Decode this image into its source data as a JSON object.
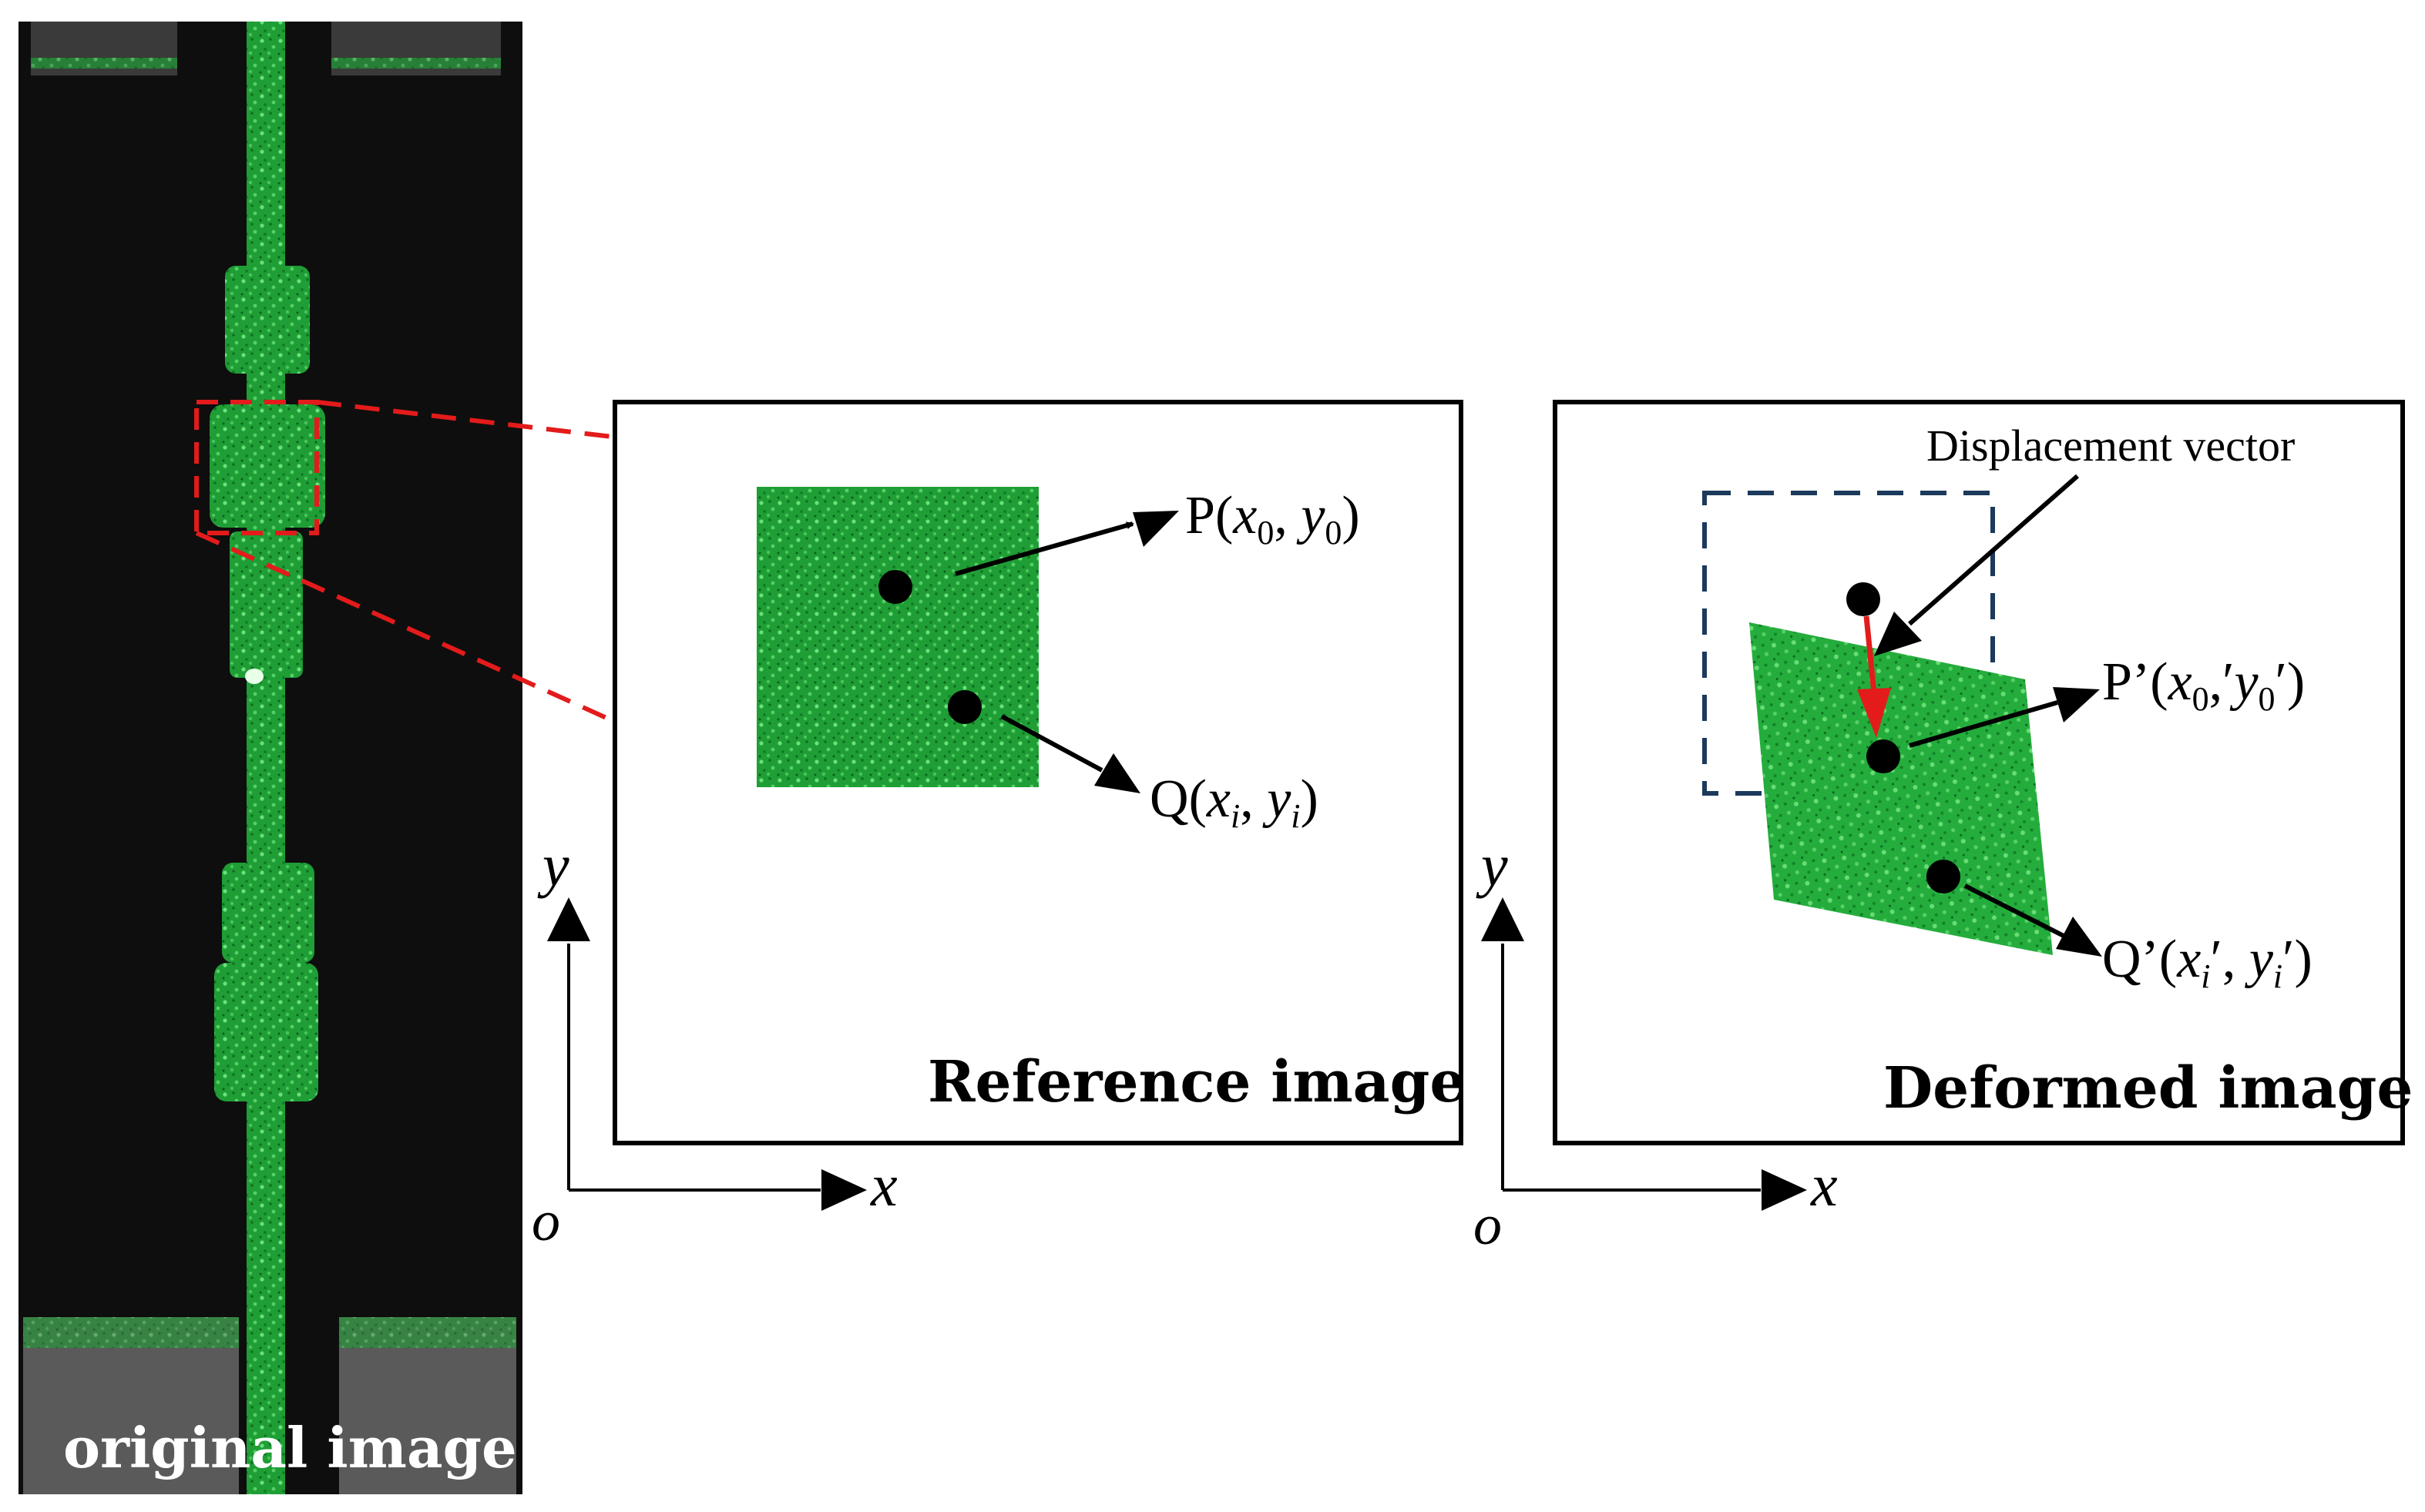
{
  "panels": {
    "original": {
      "label": "original image"
    },
    "reference": {
      "label": "Reference image"
    },
    "deformed": {
      "label": "Deformed image",
      "annotation": "Displacement vector"
    }
  },
  "points": {
    "p": {
      "name": "P",
      "x": "x",
      "x_sub": "0",
      "sep": ", ",
      "y": "y",
      "y_sub": "0"
    },
    "q": {
      "name": "Q",
      "x": "x",
      "x_sub": "i",
      "sep": ", ",
      "y": "y",
      "y_sub": "i"
    },
    "p_prime": {
      "name": "P’",
      "x": "x",
      "x_sub": "0",
      "sep": ",",
      "prime_mid": "′",
      "y": "y",
      "y_sub": "0",
      "prime_end": "′"
    },
    "q_prime": {
      "name": "Q’",
      "x": "x",
      "x_sub": "i",
      "prime_x": "′",
      "sep": ", ",
      "y": "y",
      "y_sub": "i",
      "prime_y": "′"
    }
  },
  "axes": {
    "x": "x",
    "y": "y",
    "origin": "o"
  },
  "colors": {
    "speckle_green": "#1fa83a",
    "zoom_lines": "#e31b1b",
    "displacement_arrow": "#e31b1b",
    "undeformed_subset": "#1b3a5c",
    "background_dark": "#0e0e0e"
  }
}
